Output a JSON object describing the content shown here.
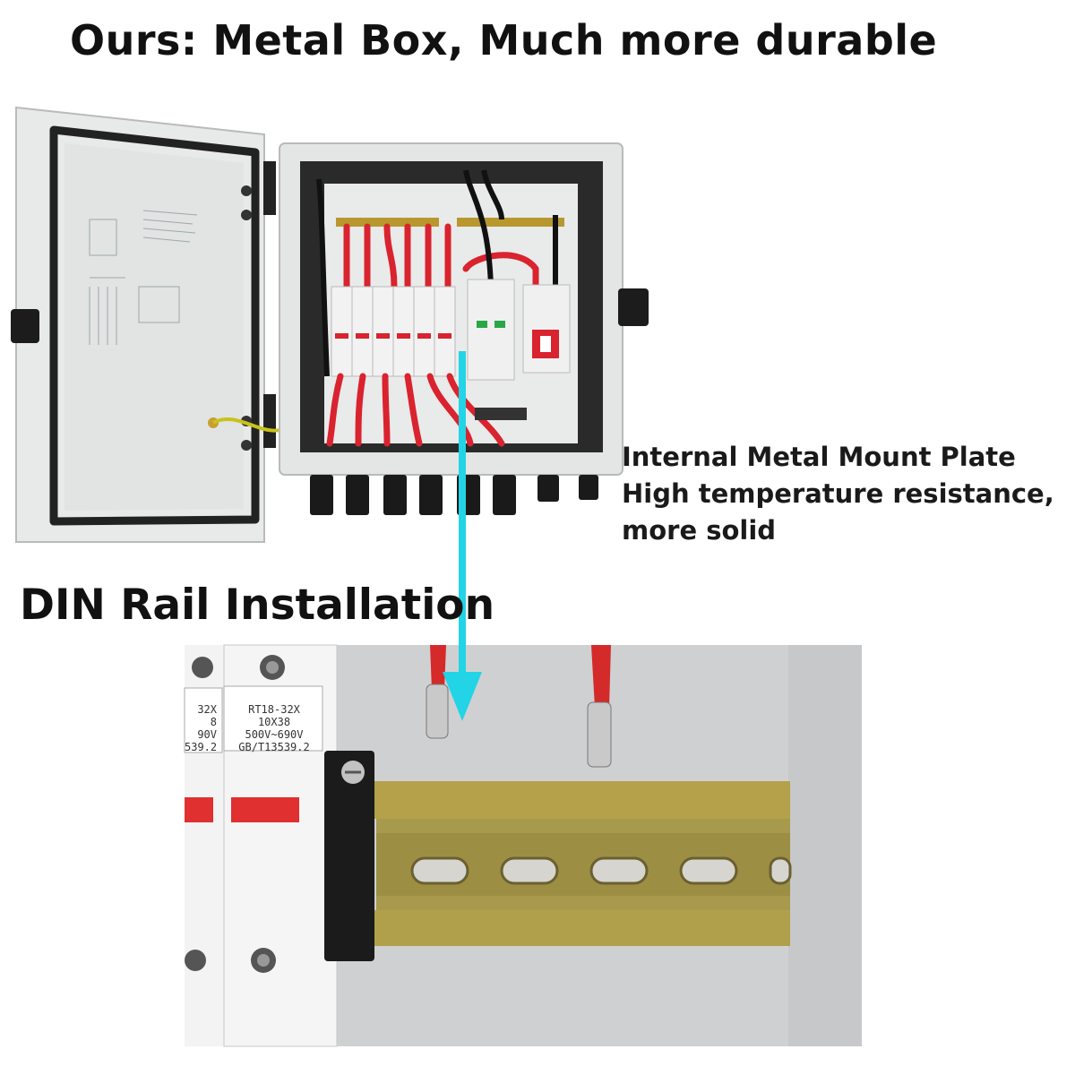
{
  "headline": "Ours: Metal Box, Much more durable",
  "callout": {
    "line1": "Internal Metal Mount Plate",
    "line2": "High temperature resistance,",
    "line3": "more solid"
  },
  "subheading": "DIN Rail Installation",
  "fuse_label": {
    "line1": "RT18-32X",
    "line2": "10X38",
    "line3": "500V~690V",
    "line4": "GB/T13539.2"
  },
  "fuse_label_partial": {
    "line1": "32X",
    "line2": "8",
    "line3": "90V",
    "line4": "539.2"
  },
  "colors": {
    "accent_arrow": "#22d4e6",
    "wire_red": "#d9232e",
    "enclosure_gray": "#e4e6e6"
  }
}
